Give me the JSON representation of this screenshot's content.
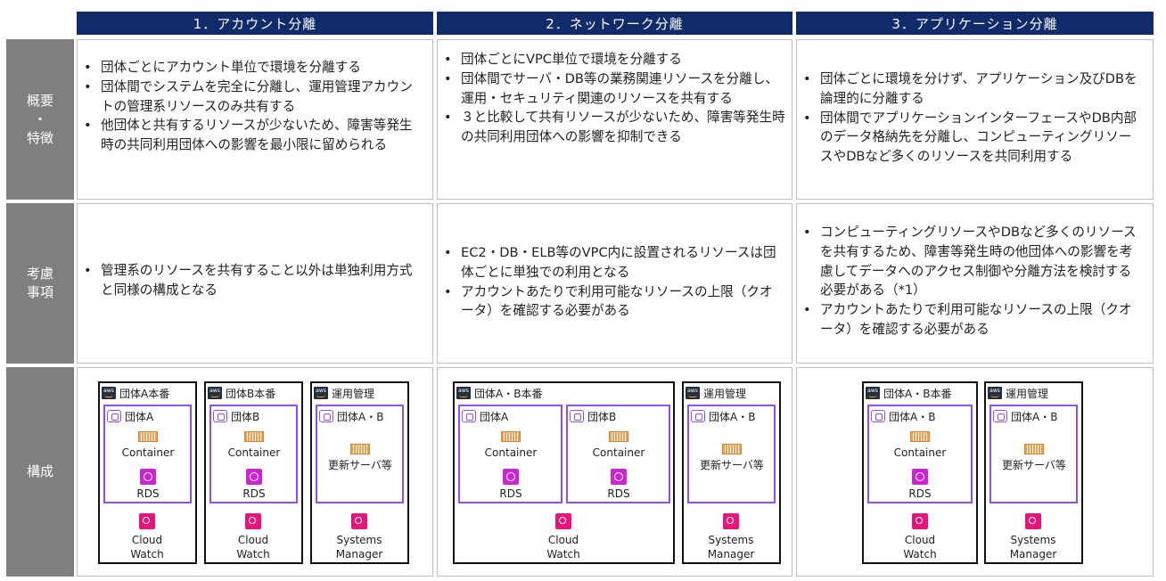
{
  "columns": [
    "1．アカウント分離",
    "2．ネットワーク分離",
    "3．アプリケーション分離"
  ],
  "rows": {
    "overview": {
      "label_lines": [
        "概要",
        "・",
        "特徴"
      ]
    },
    "consider": {
      "label_lines": [
        "考慮",
        "事項"
      ]
    },
    "config": {
      "label_lines": [
        "構成"
      ]
    }
  },
  "overview": {
    "c1": [
      "団体ごとにアカウント単位で環境を分離する",
      "団体間でシステムを完全に分離し、運用管理アカウントの管理系リソースのみ共有する",
      "他団体と共有するリソースが少ないため、障害等発生時の共同利用団体への影響を最小限に留められる"
    ],
    "c2": [
      "団体ごとにVPC単位で環境を分離する",
      "団体間でサーバ・DB等の業務関連リソースを分離し、運用・セキュリティ関連のリソースを共有する",
      "３と比較して共有リソースが少ないため、障害等発生時の共同利用団体への影響を抑制できる"
    ],
    "c3": [
      "団体ごとに環境を分けず、アプリケーション及びDBを論理的に分離する",
      "団体間でアプリケーションインターフェースやDB内部のデータ格納先を分離し、コンピューティングリソースやDBなど多くのリソースを共同利用する"
    ]
  },
  "consider": {
    "c1": [
      "管理系のリソースを共有すること以外は単独利用方式と同様の構成となる"
    ],
    "c2": [
      "EC2・DB・ELB等のVPC内に設置されるリソースは団体ごとに単独での利用となる",
      "アカウントあたりで利用可能なリソースの上限（クオータ）を確認する必要がある"
    ],
    "c3": [
      "コンピューティングリソースやDBなど多くのリソースを共有するため、障害等発生時の他団体への影響を考慮してデータへのアクセス制御や分離方法を検討する必要がある（*1）",
      "アカウントあたりで利用可能なリソースの上限（クオータ）を確認する必要がある"
    ]
  },
  "diagram": {
    "aws_badge": "aws",
    "c1": {
      "acct_a": "団体A本番",
      "vpc_a": "団体A",
      "acct_b": "団体B本番",
      "vpc_b": "団体B",
      "acct_ops": "運用管理",
      "vpc_ops": "団体A・B"
    },
    "c2": {
      "acct_ab": "団体A・B本番",
      "vpc_a": "団体A",
      "vpc_b": "団体B",
      "acct_ops": "運用管理",
      "vpc_ops": "団体A・B"
    },
    "c3": {
      "acct_ab": "団体A・B本番",
      "vpc_ab": "団体A・B",
      "acct_ops": "運用管理",
      "vpc_ops": "団体A・B"
    },
    "container": "Container",
    "rds": "RDS",
    "update_server": "更新サーバ等",
    "cloudwatch": [
      "Cloud",
      "Watch"
    ],
    "ssm": [
      "Systems",
      "Manager"
    ]
  }
}
